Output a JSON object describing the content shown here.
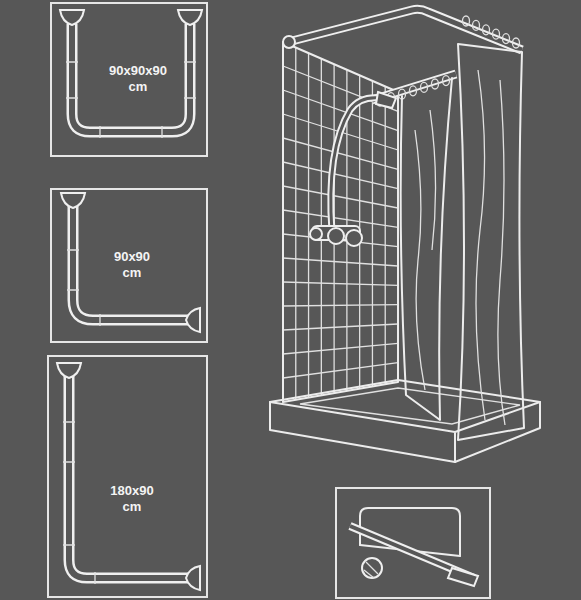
{
  "diagram": {
    "nodes": [
      {
        "text": [
          "90x90x90 cm"
        ]
      },
      {
        "text": [
          "90x90 cm"
        ]
      },
      {
        "text": [
          "180x90 cm"
        ]
      }
    ]
  }
}
